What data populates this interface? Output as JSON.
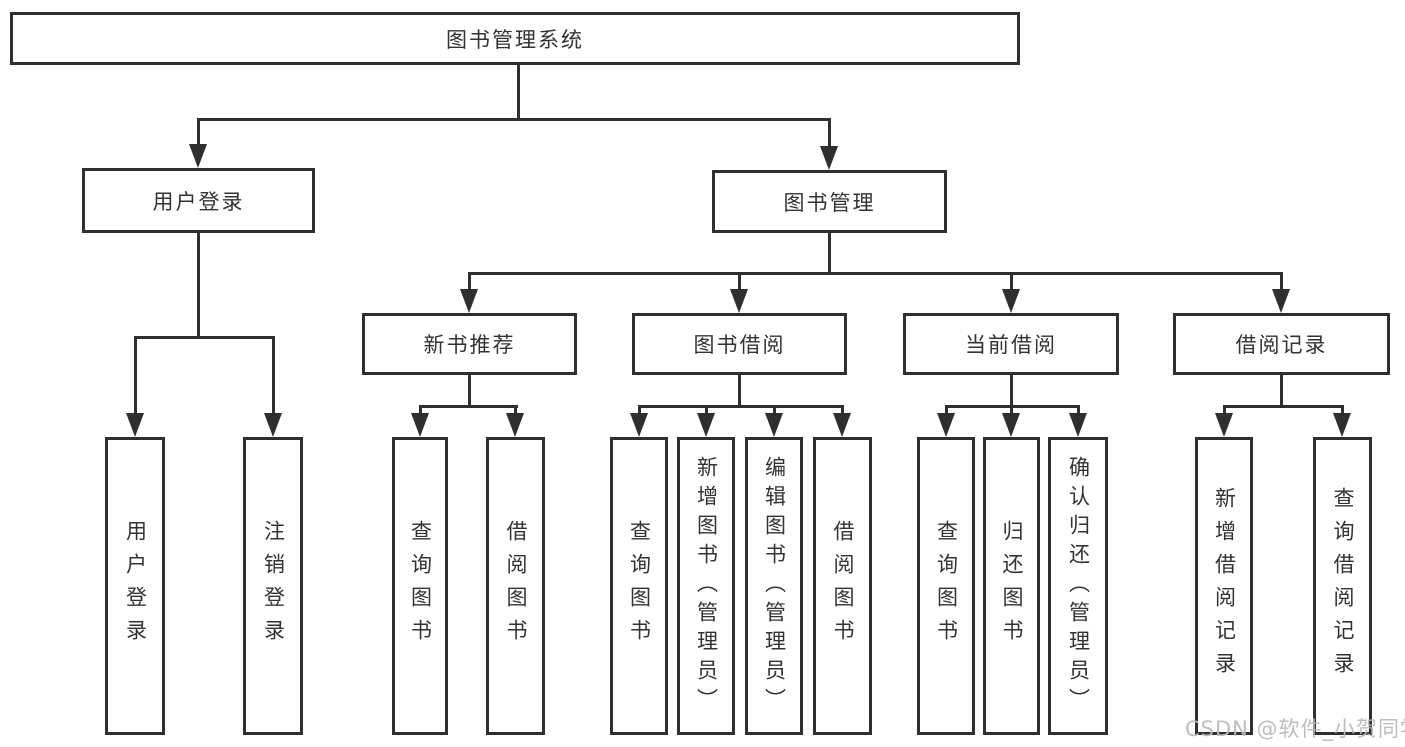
{
  "diagram_title": "图书管理系统",
  "tree": {
    "label": "图书管理系统",
    "children": [
      {
        "label": "用户登录",
        "children": [
          {
            "label": "用户登录"
          },
          {
            "label": "注销登录"
          }
        ]
      },
      {
        "label": "图书管理",
        "children": [
          {
            "label": "新书推荐",
            "children": [
              {
                "label": "查询图书"
              },
              {
                "label": "借阅图书"
              }
            ]
          },
          {
            "label": "图书借阅",
            "children": [
              {
                "label": "查询图书"
              },
              {
                "label": "新增图书（管理员）"
              },
              {
                "label": "编辑图书（管理员）"
              },
              {
                "label": "借阅图书"
              }
            ]
          },
          {
            "label": "当前借阅",
            "children": [
              {
                "label": "查询图书"
              },
              {
                "label": "归还图书"
              },
              {
                "label": "确认归还（管理员）"
              }
            ]
          },
          {
            "label": "借阅记录",
            "children": [
              {
                "label": "新增借阅记录"
              },
              {
                "label": "查询借阅记录"
              }
            ]
          }
        ]
      }
    ]
  },
  "watermark": {
    "text": "CSDN @软件_小贺同学"
  },
  "colors": {
    "line": "#2f2f2f",
    "text": "#333333",
    "background": "#ffffff",
    "watermark": "#bababa"
  }
}
